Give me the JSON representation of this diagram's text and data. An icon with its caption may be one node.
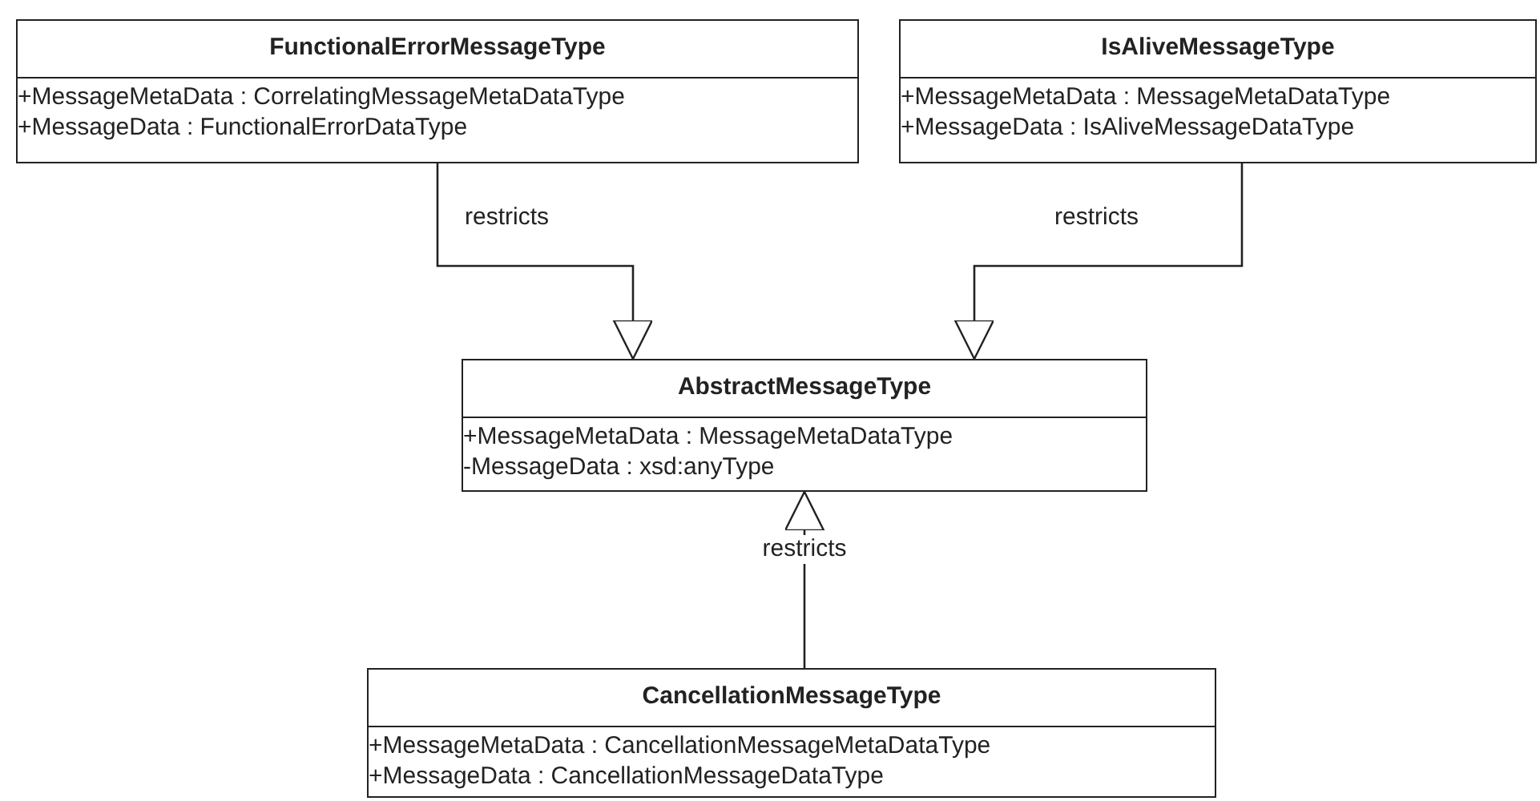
{
  "diagram": {
    "nodes": [
      {
        "text": [
          "FunctionalErrorMessageType",
          "+MessageMetaData : CorrelatingMessageMetaDataType",
          "+MessageData : FunctionalErrorDataType"
        ]
      },
      {
        "text": [
          "IsAliveMessageType",
          "+MessageMetaData : MessageMetaDataType",
          "+MessageData : IsAliveMessageDataType"
        ]
      },
      {
        "text": [
          "AbstractMessageType",
          "+MessageMetaData : MessageMetaDataType",
          "-MessageData : xsd:anyType"
        ]
      },
      {
        "text": [
          "CancellationMessageType",
          "+MessageMetaData : CancellationMessageMetaDataType",
          "+MessageData : CancellationMessageDataType"
        ]
      }
    ],
    "edges": [
      {
        "from": 0,
        "to": 2,
        "arrow": "to",
        "label": "restricts"
      },
      {
        "from": 1,
        "to": 2,
        "arrow": "to",
        "label": "restricts"
      },
      {
        "from": 3,
        "to": 2,
        "arrow": "to",
        "label": "restricts"
      }
    ]
  }
}
